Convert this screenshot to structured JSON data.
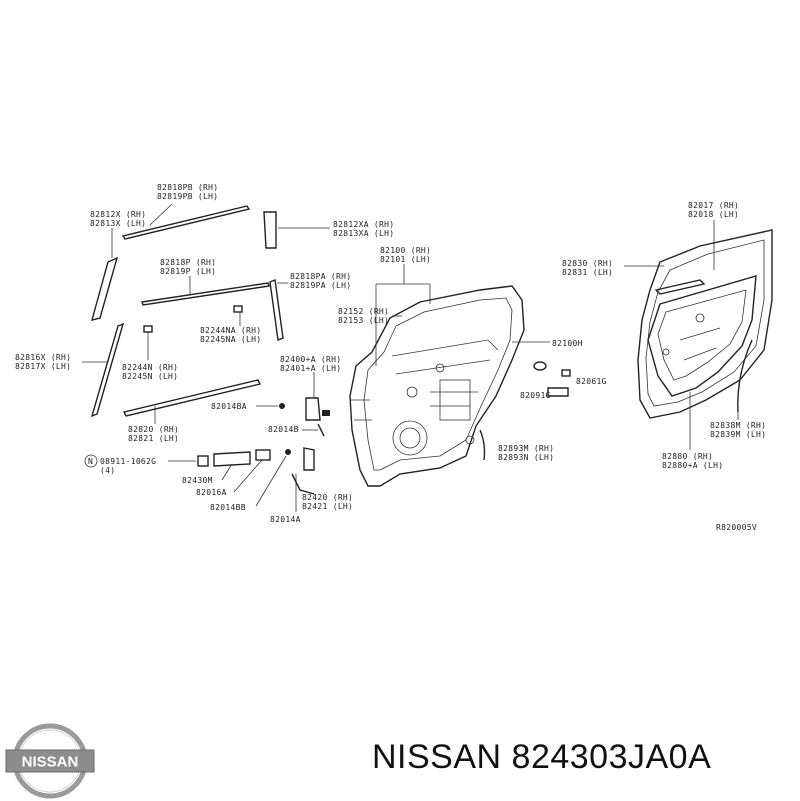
{
  "diagram": {
    "labels": {
      "l82818pb": "82818PB (RH)",
      "l82819pb": "82819PB (LH)",
      "l82812x": "82812X (RH)",
      "l82813x": "82813X (LH)",
      "l82812xa": "82812XA (RH)",
      "l82813xa": "82813XA (LH)",
      "l82100": "82100 (RH)",
      "l82101": "82101 (LH)",
      "l82818p": "82818P (RH)",
      "l82819p": "82819P (LH)",
      "l82818pa": "82818PA (RH)",
      "l82819pa": "82819PA (LH)",
      "l82152": "82152 (RH)",
      "l82153": "82153 (LH)",
      "l82244na": "82244NA (RH)",
      "l82245na": "82245NA (LH)",
      "l82816x": "82816X (RH)",
      "l82817x": "82817X (LH)",
      "l82244n": "82244N (RH)",
      "l82245n": "82245N (LH)",
      "l82400": "82400+A (RH)",
      "l82401": "82401+A (LH)",
      "l82100h": "82100H",
      "l82061g": "82061G",
      "l82091g": "82091G",
      "l82014ba": "82014BA",
      "l82014b": "82014B",
      "l82820": "82820 (RH)",
      "l82821": "82821 (LH)",
      "l82893m": "82893M (RH)",
      "l82893n": "82893N (LH)",
      "l08911": "08911-1062G",
      "l08911q": "(4)",
      "l82430m": "82430M",
      "l82016a": "82016A",
      "l82014bb": "82014BB",
      "l82014a": "82014A",
      "l82420": "82420 (RH)",
      "l82421": "82421 (LH)",
      "l82017": "82017 (RH)",
      "l82018": "82018 (LH)",
      "l82830": "82830 (RH)",
      "l82831": "82831 (LH)",
      "l82838m": "82838M (RH)",
      "l82839m": "82839M (LH)",
      "l82880": "82880 (RH)",
      "l82880a": "82880+A (LH)",
      "circle_n": "N"
    },
    "diagram_code": "R820005V"
  },
  "brand": {
    "logo_text": "NISSAN",
    "part_caption": "NISSAN 824303JA0A"
  }
}
